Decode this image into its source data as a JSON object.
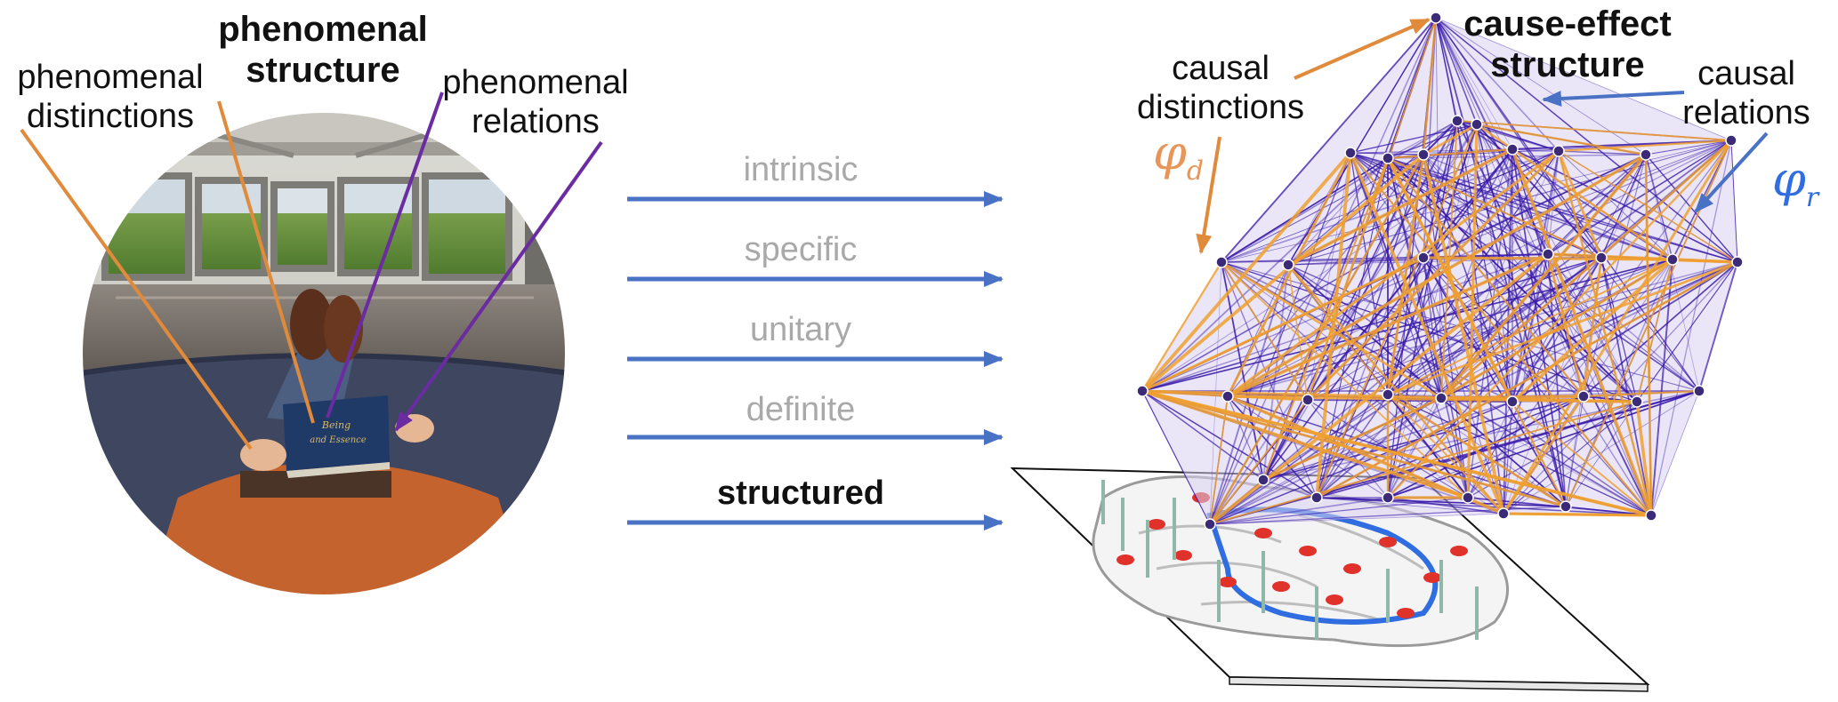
{
  "left_panel": {
    "title_line1": "phenomenal",
    "title_line2": "structure",
    "distinctions_line1": "phenomenal",
    "distinctions_line2": "distinctions",
    "relations_line1": "phenomenal",
    "relations_line2": "relations",
    "book_title_line1": "Being",
    "book_title_line2": "and Essence"
  },
  "properties": [
    {
      "label": "intrinsic"
    },
    {
      "label": "specific"
    },
    {
      "label": "unitary"
    },
    {
      "label": "definite"
    },
    {
      "label": "structured"
    }
  ],
  "right_panel": {
    "title_line1": "cause-effect",
    "title_line2": "structure",
    "distinctions_line1": "causal",
    "distinctions_line2": "distinctions",
    "relations_line1": "causal",
    "relations_line2": "relations",
    "phi_d_symbol": "φ",
    "phi_d_sub": "d",
    "phi_r_symbol": "φ",
    "phi_r_sub": "r"
  },
  "colors": {
    "arrow_blue": "#4a72c4",
    "distinction_orange": "#e08a3c",
    "relation_purple": "#6a2ca0",
    "network_purple": "#3a1aa8",
    "network_orange": "#f0a030",
    "phi_r_blue": "#2f6de0",
    "phi_d_orange": "#e8955a"
  }
}
